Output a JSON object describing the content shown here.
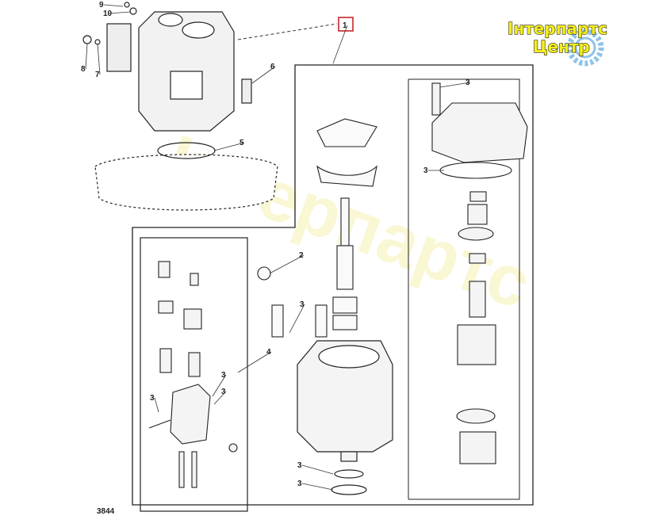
{
  "logo": {
    "line1": "Інтерпартс",
    "line2": "Центр"
  },
  "diagram_number": "3844",
  "callouts": [
    "9",
    "10",
    "8",
    "7",
    "6",
    "5",
    "1",
    "3",
    "3",
    "2",
    "3",
    "4",
    "3",
    "3",
    "3",
    "3",
    "3"
  ],
  "colors": {
    "line": "#222222",
    "highlight_box": "#c0181c",
    "logo_text": "#f4ee1e",
    "logo_gear": "#8fc3e8"
  }
}
